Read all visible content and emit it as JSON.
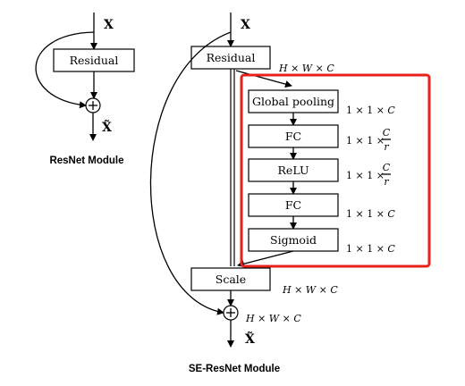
{
  "resnet": {
    "input_label": "X",
    "residual_label": "Residual",
    "output_label": "X̃",
    "caption": "ResNet Module"
  },
  "se_resnet": {
    "input_label": "X",
    "residual_label": "Residual",
    "residual_dim": "H × W × C",
    "blocks": [
      {
        "label": "Global pooling",
        "dim_prefix": "1 × 1 × ",
        "dim_main": "C",
        "dim_num": "",
        "dim_den": ""
      },
      {
        "label": "FC",
        "dim_prefix": "1 × 1 × ",
        "dim_main": "",
        "dim_num": "C",
        "dim_den": "r"
      },
      {
        "label": "ReLU",
        "dim_prefix": "1 × 1 × ",
        "dim_main": "",
        "dim_num": "C",
        "dim_den": "r"
      },
      {
        "label": "FC",
        "dim_prefix": "1 × 1 × ",
        "dim_main": "C",
        "dim_num": "",
        "dim_den": ""
      },
      {
        "label": "Sigmoid",
        "dim_prefix": "1 × 1 × ",
        "dim_main": "C",
        "dim_num": "",
        "dim_den": ""
      }
    ],
    "scale_label": "Scale",
    "scale_dim": "H × W × C",
    "sum_dim": "H × W × C",
    "output_label": "X̃",
    "caption": "SE-ResNet Module"
  },
  "colors": {
    "highlight": "#e8211c",
    "stroke": "#000000"
  }
}
